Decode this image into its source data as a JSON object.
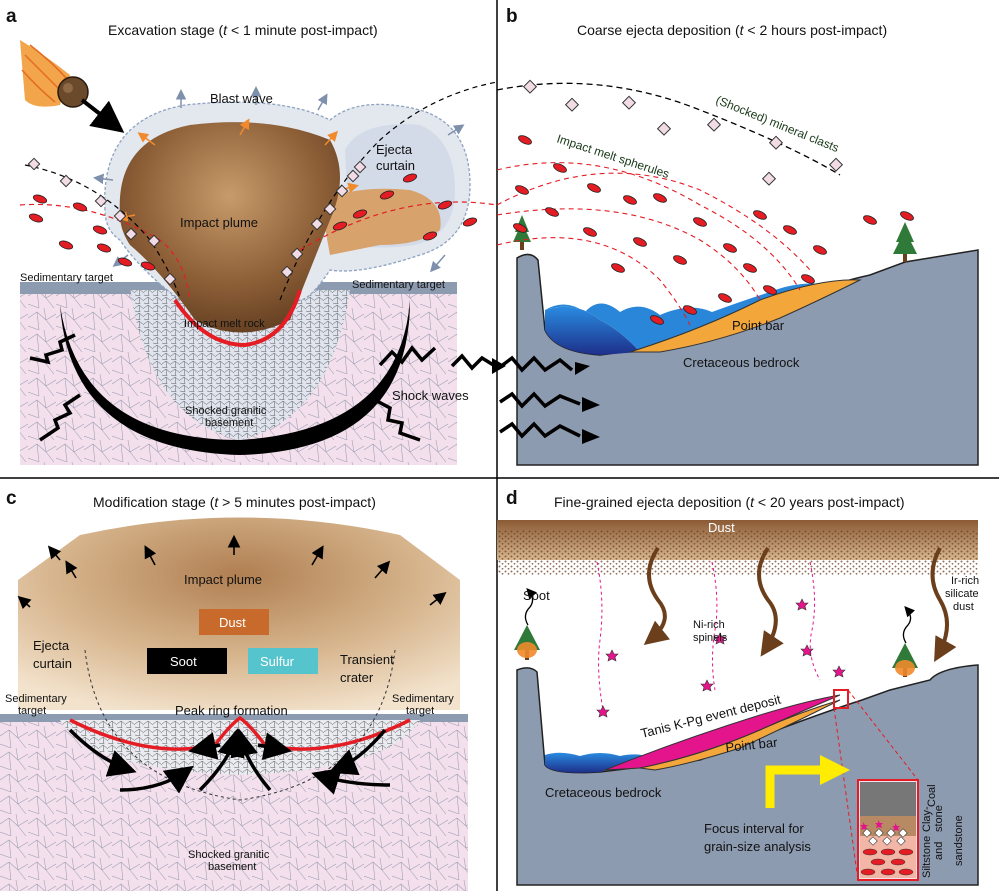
{
  "panels": {
    "a": {
      "letter": "a",
      "title_prefix": "Excavation stage (",
      "title_var": "t",
      "title_suffix": " < 1 minute post-impact)",
      "labels": {
        "blast_wave": "Blast wave",
        "ejecta_curtain_1": "Ejecta",
        "ejecta_curtain_2": "curtain",
        "impact_plume": "Impact plume",
        "sed_target_left": "Sedimentary target",
        "sed_target_right": "Sedimentary target",
        "impact_melt_rock": "Impact melt rock",
        "shock_waves": "Shock waves",
        "basement_1": "Shocked granitic",
        "basement_2": "basement"
      }
    },
    "b": {
      "letter": "b",
      "title_prefix": "Coarse ejecta deposition (",
      "title_var": "t",
      "title_suffix": " < 2 hours post-impact)",
      "labels": {
        "mineral_clasts": "(Shocked) mineral clasts",
        "melt_spherules": "Impact melt spherules",
        "point_bar": "Point bar",
        "bedrock": "Cretaceous bedrock"
      }
    },
    "c": {
      "letter": "c",
      "title_prefix": "Modification stage (",
      "title_var": "t",
      "title_suffix": " > 5 minutes post-impact)",
      "labels": {
        "impact_plume": "Impact plume",
        "dust": "Dust",
        "soot": "Soot",
        "sulfur": "Sulfur",
        "ejecta_curtain_1": "Ejecta",
        "ejecta_curtain_2": "curtain",
        "transient_crater_1": "Transient",
        "transient_crater_2": "crater",
        "sed_target_left_1": "Sedimentary",
        "sed_target_left_2": "target",
        "sed_target_right_1": "Sedimentary",
        "sed_target_right_2": "target",
        "peak_ring": "Peak ring formation",
        "basement_1": "Shocked granitic",
        "basement_2": "basement"
      }
    },
    "d": {
      "letter": "d",
      "title_prefix": "Fine-grained ejecta deposition (",
      "title_var": "t",
      "title_suffix": " < 20 years post-impact)",
      "labels": {
        "dust": "Dust",
        "soot": "Soot",
        "ir_rich_1": "Ir-rich",
        "ir_rich_2": "silicate",
        "ir_rich_3": "dust",
        "ni_spinels_1": "Ni-rich",
        "ni_spinels_2": "spinels",
        "tanis": "Tanis K-Pg event deposit",
        "point_bar": "Point bar",
        "bedrock": "Cretaceous bedrock",
        "focus_1": "Focus interval for",
        "focus_2": "grain-size analysis",
        "coal": "Coal",
        "claystone_1": "Clay-",
        "claystone_2": "stone",
        "siltstone_1": "Siltstone",
        "siltstone_2": "and",
        "siltstone_3": "sandstone"
      }
    }
  },
  "colors": {
    "sediment_grey": "#8d9bb0",
    "basement_pink": "#f3e0ec",
    "plume_brown": "#9a6a3e",
    "plume_light": "#e7c9a0",
    "melt_red": "#e41d24",
    "water_blue": "#1e73c8",
    "point_bar_orange": "#f3a63a",
    "tanis_magenta": "#e4148c",
    "dust_brown": "#a97a52",
    "soot_black": "#000000",
    "sulfur_cyan": "#56c4cc",
    "dust_box": "#c86a2b",
    "focus_yellow": "#ffec00"
  }
}
